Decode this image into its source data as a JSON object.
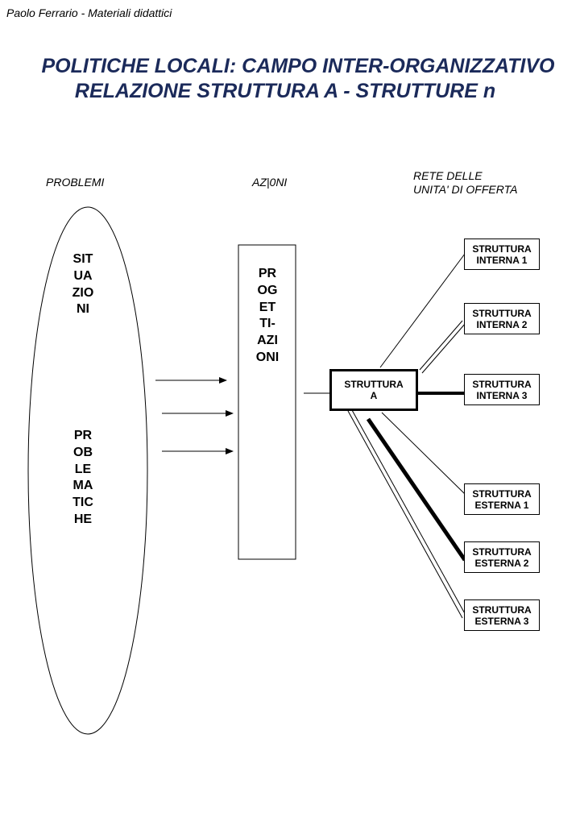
{
  "header": {
    "author": "Paolo Ferrario - Materiali didattici",
    "title_line1": "POLITICHE  LOCALI: CAMPO INTER-ORGANIZZATIVO",
    "title_line2": "RELAZIONE STRUTTURA  A -  STRUTTURE n"
  },
  "columns": {
    "problemi": "PROBLEMI",
    "azioni": "AZ|0NI",
    "rete_line1": "RETE   DELLE",
    "rete_line2": "UNITA'  DI OFFERTA"
  },
  "ellipse": {
    "word1": "SITUAZIONI",
    "word2": "PROBLEMATICHE"
  },
  "projects": {
    "text": "PROGETTI-AZIONI"
  },
  "center_box": {
    "line1": "STRUTTURA",
    "line2": "A"
  },
  "structures": [
    {
      "line1": "STRUTTURA",
      "line2": "INTERNA 1",
      "link": "thin"
    },
    {
      "line1": "STRUTTURA",
      "line2": "INTERNA 2",
      "link": "double"
    },
    {
      "line1": "STRUTTURA",
      "line2": "INTERNA 3",
      "link": "thick"
    },
    {
      "line1": "STRUTTURA",
      "line2": "ESTERNA 1",
      "link": "thin"
    },
    {
      "line1": "STRUTTURA",
      "line2": "ESTERNA 2",
      "link": "thick"
    },
    {
      "line1": "STRUTTURA",
      "line2": "ESTERNA 3",
      "link": "double"
    }
  ],
  "colors": {
    "title": "#1b2a5a",
    "lines": "#000000"
  }
}
